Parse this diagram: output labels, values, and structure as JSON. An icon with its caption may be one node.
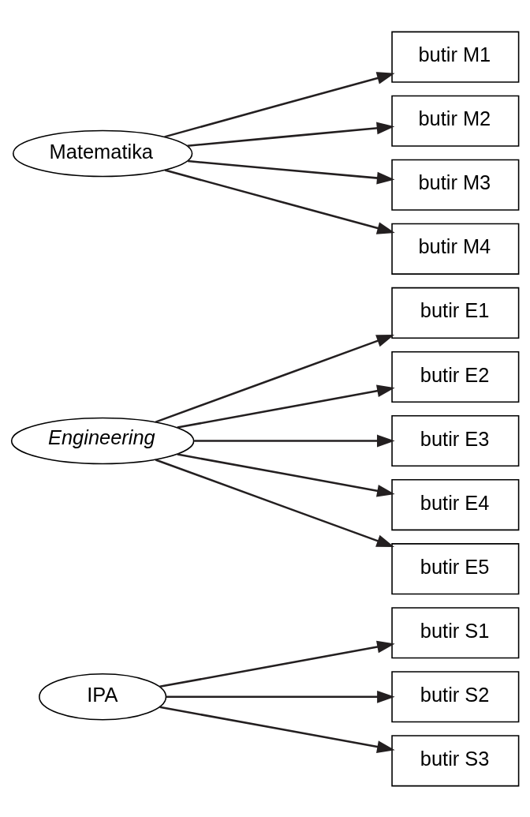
{
  "diagram": {
    "nodes": [
      {
        "text": [
          "IPA"
        ]
      },
      {
        "text": [
          "butir S1"
        ]
      },
      {
        "text": [
          "butir S2"
        ]
      },
      {
        "text": [
          "butir S3"
        ]
      },
      {
        "text": [
          "Engineering"
        ]
      },
      {
        "text": [
          "butir E1"
        ]
      },
      {
        "text": [
          "butir E2"
        ]
      },
      {
        "text": [
          "butir E3"
        ]
      },
      {
        "text": [
          "butir E4"
        ]
      },
      {
        "text": [
          "butir E5"
        ]
      },
      {
        "text": [
          "Matematika"
        ]
      },
      {
        "text": [
          "butir M1"
        ]
      },
      {
        "text": [
          "butir M2"
        ]
      },
      {
        "text": [
          "butir M3"
        ]
      },
      {
        "text": [
          "butir M4"
        ]
      }
    ],
    "edges": [
      {
        "from": 0,
        "to": 1,
        "arrow": "to"
      },
      {
        "from": 0,
        "to": 2,
        "arrow": "to"
      },
      {
        "from": 0,
        "to": 3,
        "arrow": "to"
      },
      {
        "from": 4,
        "to": 5,
        "arrow": "to"
      },
      {
        "from": 4,
        "to": 6,
        "arrow": "to"
      },
      {
        "from": 4,
        "to": 7,
        "arrow": "to"
      },
      {
        "from": 4,
        "to": 8,
        "arrow": "to"
      },
      {
        "from": 4,
        "to": 9,
        "arrow": "to"
      },
      {
        "from": 10,
        "to": 11,
        "arrow": "to"
      },
      {
        "from": 10,
        "to": 12,
        "arrow": "to"
      },
      {
        "from": 10,
        "to": 13,
        "arrow": "to"
      },
      {
        "from": 10,
        "to": 14,
        "arrow": "to"
      }
    ]
  }
}
